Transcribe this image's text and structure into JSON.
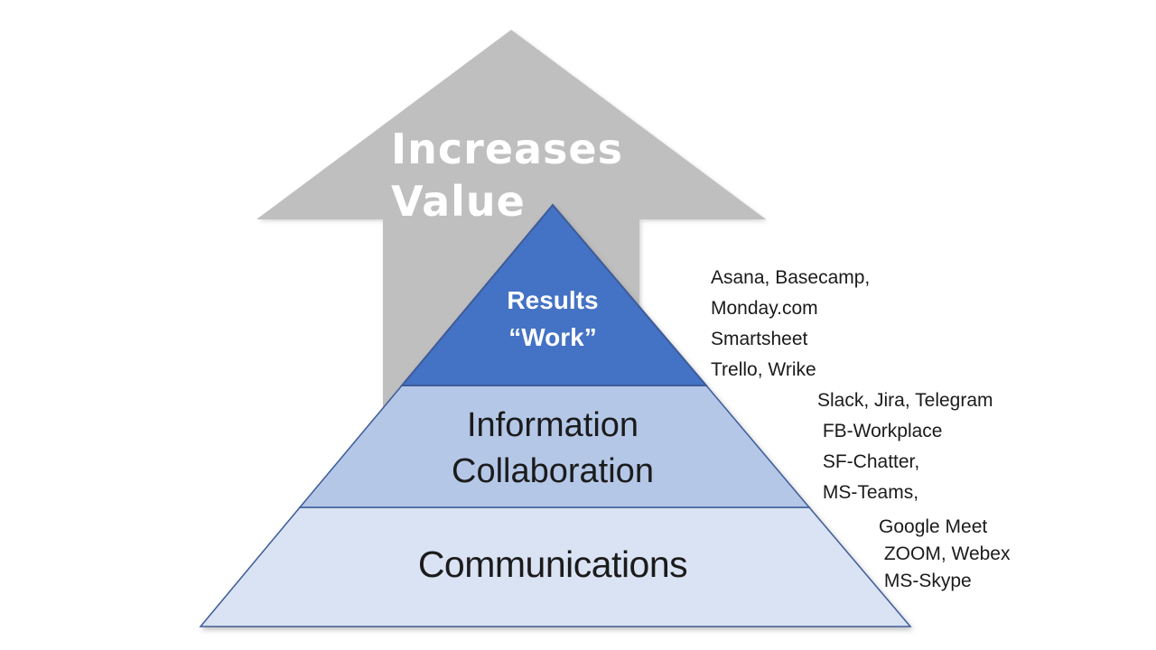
{
  "slide": {
    "background": "#FFFFFF",
    "arrow": {
      "label": "Increases\nValue",
      "fill": "#BFBFBF",
      "text_color": "#FFFFFF"
    },
    "pyramid": {
      "border_color": "#3D5C99",
      "levels": [
        {
          "name": "results",
          "label": "Results\n“Work”",
          "fill": "#4472C4",
          "text_color": "#FFFFFF",
          "tools": "Asana, Basecamp,\nMonday.com\nSmartsheet\nTrello, Wrike"
        },
        {
          "name": "information-collaboration",
          "label": "Information\nCollaboration",
          "fill": "#B4C7E7",
          "text_color": "#1B1B1B",
          "tools": "Slack, Jira, Telegram\n FB-Workplace\n SF-Chatter,\n MS-Teams,"
        },
        {
          "name": "communications",
          "label": "Communications",
          "fill": "#DAE3F3",
          "text_color": "#1B1B1B",
          "tools": "Google Meet\n ZOOM, Webex\n MS-Skype"
        }
      ]
    }
  }
}
